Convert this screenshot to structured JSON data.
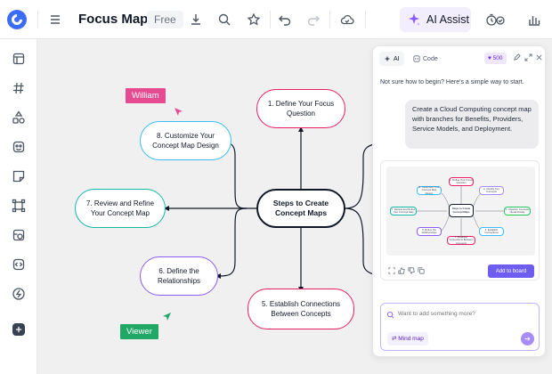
{
  "app": {
    "title": "Focus Map",
    "plan_badge": "Free",
    "ai_assist_label": "AI Assist",
    "accent": "#3b6cf6"
  },
  "toolbar": {
    "icons": [
      "menu-icon",
      "download-icon",
      "search-icon",
      "star-icon",
      "undo-icon",
      "redo-icon",
      "cloud-icon",
      "sparkle-icon",
      "timer-icon",
      "chart-icon"
    ]
  },
  "sidebar": {
    "icons": [
      "layout-icon",
      "hash-icon",
      "shapes-icon",
      "sticker-icon",
      "sticky-note-icon",
      "frame-icon",
      "image-icon",
      "code-icon",
      "bolt-icon",
      "plus-icon"
    ]
  },
  "canvas": {
    "center": {
      "label": "Steps to Create Concept Maps"
    },
    "nodes": [
      {
        "label": "1. Define Your Focus Question",
        "color": "#e91e63"
      },
      {
        "label": "5. Establish Connections Between Concepts",
        "color": "#e91e63"
      },
      {
        "label": "6. Define the Relationships",
        "color": "#8b5cf6"
      },
      {
        "label": "7. Review and Refine Your Concept Map",
        "color": "#14b8a6"
      },
      {
        "label": "8. Customize Your Concept Map Design",
        "color": "#38bdf8"
      }
    ],
    "collaborators": [
      {
        "name": "William",
        "color": "#e64a91"
      },
      {
        "name": "Viewer",
        "color": "#22a866"
      }
    ]
  },
  "ai_panel": {
    "tabs": [
      {
        "label": "AI"
      },
      {
        "label": "Code"
      }
    ],
    "credits": "500",
    "intro": "Not sure how to begin? Here's a simple way to start.",
    "user_message": "Create a Cloud Computing concept map with branches for Benefits, Providers, Service Models, and Deployment.",
    "preview": {
      "center": "Steps to Create Concept Maps",
      "nodes": [
        "1. Define Your Focus Question",
        "2. Identify Key Concepts",
        "3. Organize Concepts Hierarchically",
        "4. Establish Connections",
        "5. Establish Connections Between Concepts",
        "6. Define the Relationships",
        "7. Review and Refine Your Concept Map",
        "8. Customize Your Concept Map Design"
      ]
    },
    "add_to_board": "Add to board",
    "input_placeholder": "Want to add something more?",
    "mode_chip": "Mind map"
  }
}
